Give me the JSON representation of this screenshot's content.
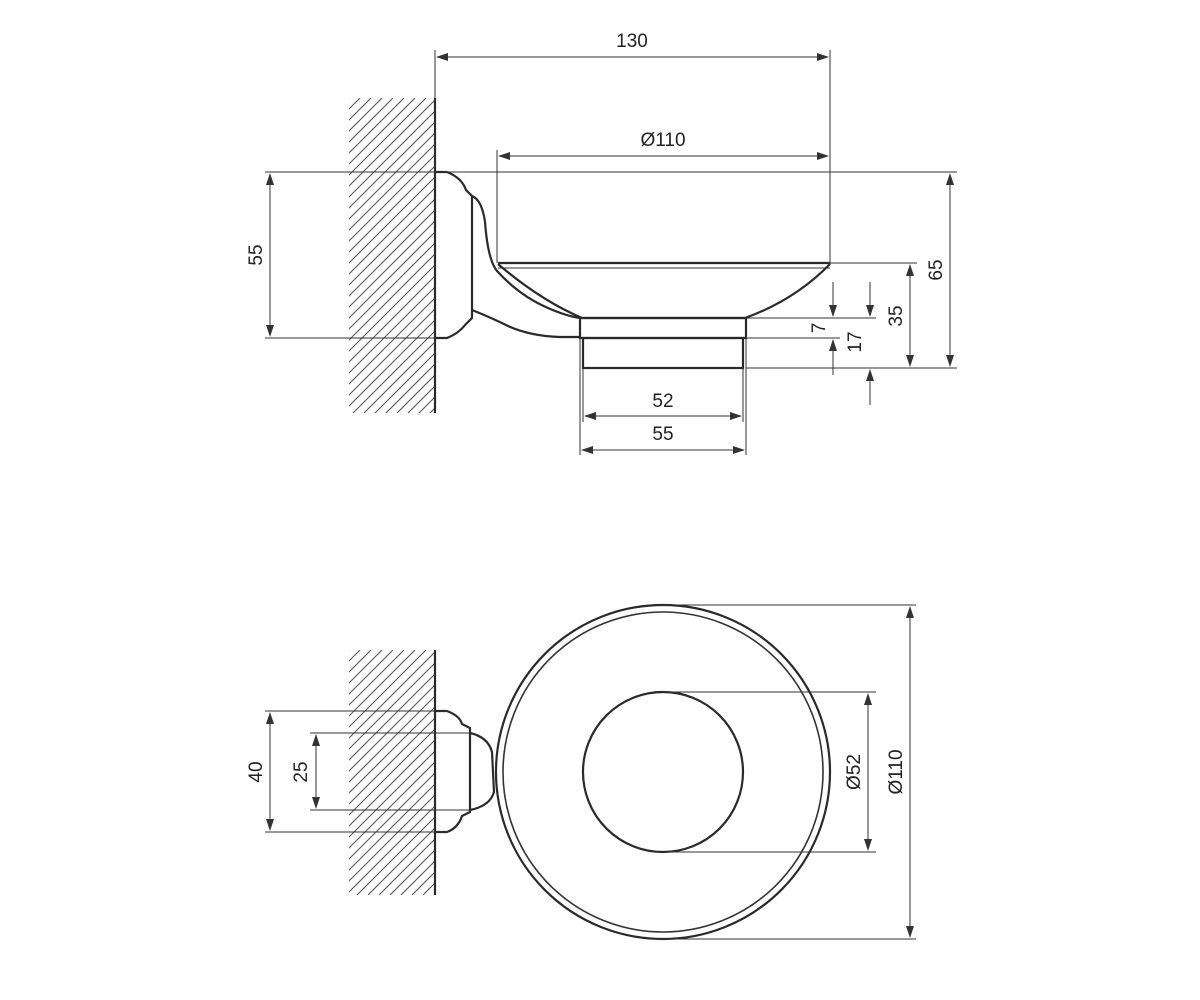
{
  "drawing": {
    "side_view": {
      "overall_length": "130",
      "bowl_diameter": "Ø110",
      "mount_height": "55",
      "overall_height": "65",
      "base_height": "35",
      "foot_depth": "7",
      "foot_height": "17",
      "foot_width_inner": "52",
      "foot_width_outer": "55"
    },
    "front_view": {
      "plate_height": "40",
      "arm_height": "25",
      "foot_diameter": "Ø52",
      "bowl_diameter": "Ø110"
    }
  }
}
